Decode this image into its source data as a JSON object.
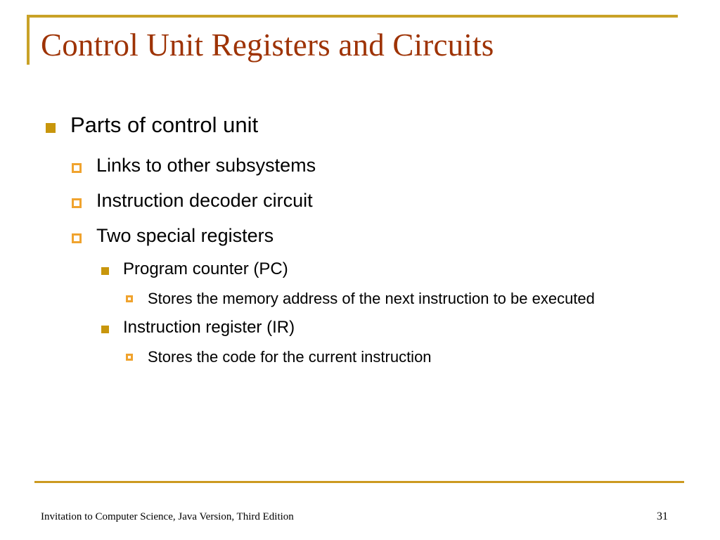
{
  "slide": {
    "title": "Control Unit Registers and Circuits",
    "title_color": "#9E3305",
    "accent_color": "#C9A227",
    "bullet_filled_color": "#C8960C",
    "bullet_hollow_color": "#F0A32E",
    "background_color": "#FFFFFF"
  },
  "body": {
    "bullets": [
      {
        "level": 1,
        "marker": "filled-square-bullet",
        "text": "Parts of control unit"
      },
      {
        "level": 2,
        "marker": "hollow-square-bullet",
        "text": "Links to other subsystems"
      },
      {
        "level": 2,
        "marker": "hollow-square-bullet",
        "text": "Instruction decoder circuit"
      },
      {
        "level": 2,
        "marker": "hollow-square-bullet",
        "text": "Two special registers"
      },
      {
        "level": 3,
        "marker": "filled-square-bullet",
        "text": "Program counter (PC)"
      },
      {
        "level": 4,
        "marker": "hollow-square-bullet",
        "text": "Stores the memory address of the next instruction to be executed"
      },
      {
        "level": 3,
        "marker": "filled-square-bullet",
        "text": "Instruction register (IR)"
      },
      {
        "level": 4,
        "marker": "hollow-square-bullet",
        "text": "Stores the code for the current instruction"
      }
    ]
  },
  "footer": {
    "source": "Invitation to Computer Science, Java Version, Third Edition",
    "page_number": "31"
  }
}
